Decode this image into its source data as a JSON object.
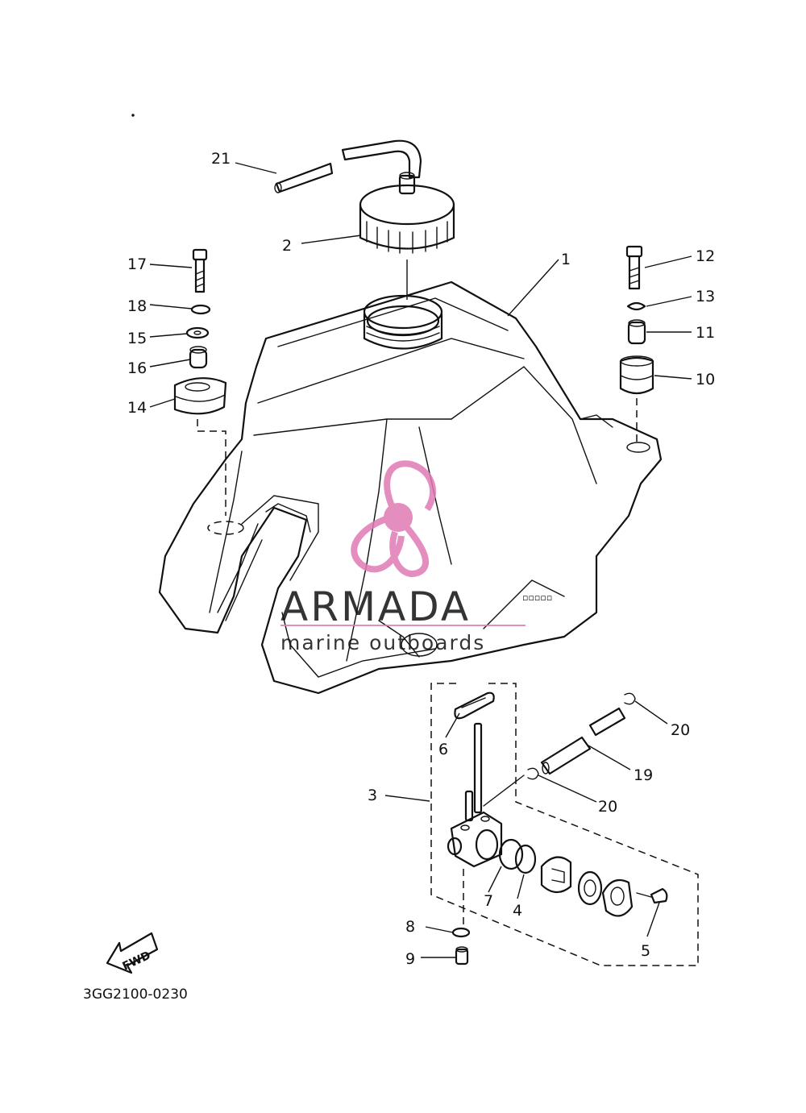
{
  "callouts": {
    "c1": "1",
    "c2": "2",
    "c3": "3",
    "c4": "4",
    "c5": "5",
    "c6": "6",
    "c7": "7",
    "c8": "8",
    "c9": "9",
    "c10": "10",
    "c11": "11",
    "c12": "12",
    "c13": "13",
    "c14": "14",
    "c15": "15",
    "c16": "16",
    "c17": "17",
    "c18": "18",
    "c19": "19",
    "c20a": "20",
    "c20b": "20",
    "c21": "21"
  },
  "fwd_label": "FWD",
  "drawing_code": "3GG2100-0230",
  "watermark": {
    "brand": "ARMADA",
    "tagline": "marine outboards",
    "color": "#e07bb5",
    "text_color": "#8a8a8a"
  }
}
